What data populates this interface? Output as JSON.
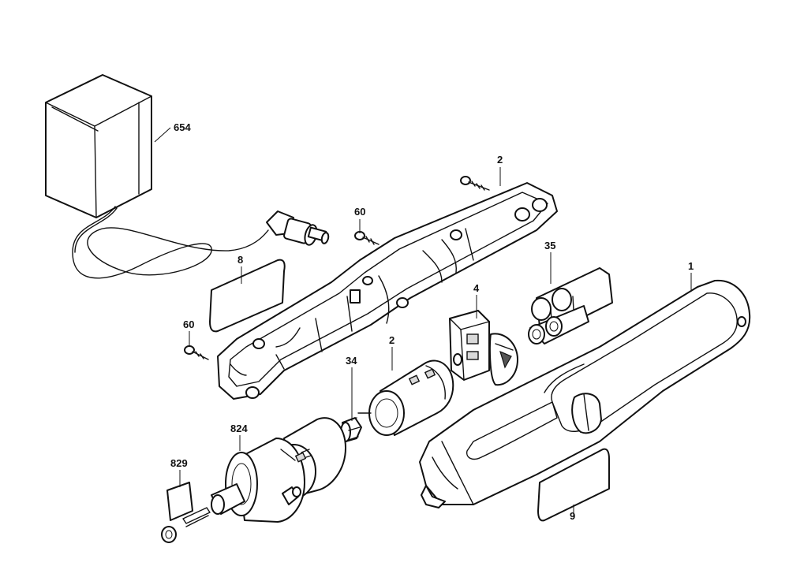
{
  "callouts": {
    "c654": "654",
    "c2_housing": "2",
    "c60_top": "60",
    "c8": "8",
    "c35": "35",
    "c1": "1",
    "c4": "4",
    "c60_left": "60",
    "c2_motor": "2",
    "c34": "34",
    "c824": "824",
    "c829": "829",
    "c9": "9"
  }
}
